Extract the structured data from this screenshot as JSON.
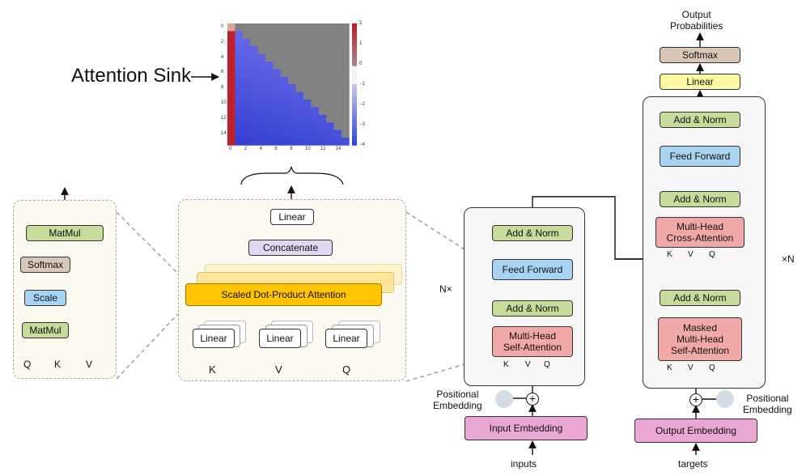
{
  "heatmap": {
    "label": "Attention Sink",
    "y_ticks": [
      "0",
      "2",
      "4",
      "6",
      "8",
      "10",
      "12",
      "14"
    ],
    "x_ticks": [
      "0",
      "2",
      "4",
      "6",
      "8",
      "10",
      "12",
      "14"
    ],
    "colorbar_ticks": [
      "2",
      "1",
      "0",
      "−1",
      "−2",
      "−3",
      "−4"
    ],
    "colors": {
      "sink": "#c0202a",
      "low": "#3a55d6",
      "masked": "#828282"
    }
  },
  "sdpa": {
    "matmul_top": "MatMul",
    "softmax": "Softmax",
    "scale": "Scale",
    "matmul_bottom": "MatMul",
    "inputs": [
      "Q",
      "K",
      "V"
    ]
  },
  "mha": {
    "linear_out": "Linear",
    "concatenate": "Concatenate",
    "attention": "Scaled Dot-Product Attention",
    "linear": "Linear",
    "inputs": [
      "K",
      "V",
      "Q"
    ]
  },
  "encoder": {
    "repeat": "N×",
    "add_norm_top": "Add & Norm",
    "feed_forward": "Feed Forward",
    "add_norm_bottom": "Add & Norm",
    "attention": "Multi-Head\nSelf-Attention",
    "ports": [
      "K",
      "V",
      "Q"
    ],
    "positional": "Positional\nEmbedding",
    "embedding": "Input Embedding",
    "input": "inputs"
  },
  "decoder": {
    "output_label": "Output\nProbabilities",
    "softmax": "Softmax",
    "linear": "Linear",
    "add_norm_top": "Add & Norm",
    "feed_forward": "Feed Forward",
    "add_norm_mid": "Add & Norm",
    "cross_attention": "Multi-Head\nCross-Attention",
    "add_norm_bottom": "Add & Norm",
    "masked_attention": "Masked\nMulti-Head\nSelf-Attention",
    "repeat": "×N",
    "ports": [
      "K",
      "V",
      "Q"
    ],
    "positional": "Positional\nEmbedding",
    "embedding": "Output Embedding",
    "input": "targets"
  }
}
